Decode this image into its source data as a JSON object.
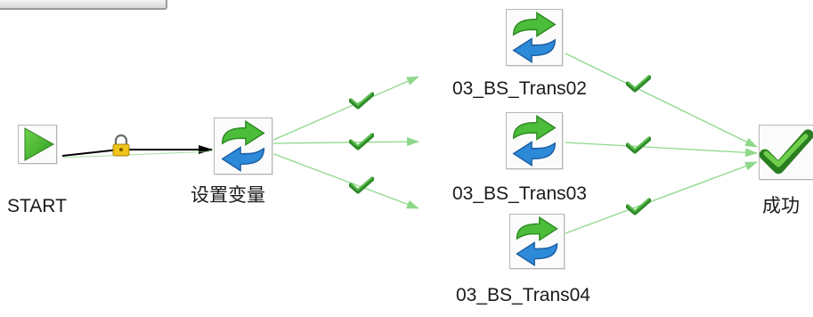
{
  "workflow": {
    "colors": {
      "hop": "#8fd88b",
      "hop_selected": "#000000",
      "check": "#2f8a2a",
      "lock": "#e8c21a"
    },
    "nodes": {
      "start": {
        "label": "START",
        "icon": "play-icon"
      },
      "set_variables": {
        "label": "设置变量",
        "icon": "transformation-icon"
      },
      "trans02": {
        "label": "03_BS_Trans02",
        "icon": "transformation-icon"
      },
      "trans03": {
        "label": "03_BS_Trans03",
        "icon": "transformation-icon"
      },
      "trans04": {
        "label": "03_BS_Trans04",
        "icon": "transformation-icon"
      },
      "success": {
        "label": "成功",
        "icon": "success-check-icon"
      }
    },
    "hops": [
      {
        "from": "START",
        "to": "设置变量",
        "condition": "unconditional",
        "icon": "lock-icon"
      },
      {
        "from": "设置变量",
        "to": "03_BS_Trans02",
        "condition": "on-success",
        "icon": "check-icon"
      },
      {
        "from": "设置变量",
        "to": "03_BS_Trans03",
        "condition": "on-success",
        "icon": "check-icon"
      },
      {
        "from": "设置变量",
        "to": "03_BS_Trans04",
        "condition": "on-success",
        "icon": "check-icon"
      },
      {
        "from": "03_BS_Trans02",
        "to": "成功",
        "condition": "on-success",
        "icon": "check-icon"
      },
      {
        "from": "03_BS_Trans03",
        "to": "成功",
        "condition": "on-success",
        "icon": "check-icon"
      },
      {
        "from": "03_BS_Trans04",
        "to": "成功",
        "condition": "on-success",
        "icon": "check-icon"
      }
    ]
  }
}
